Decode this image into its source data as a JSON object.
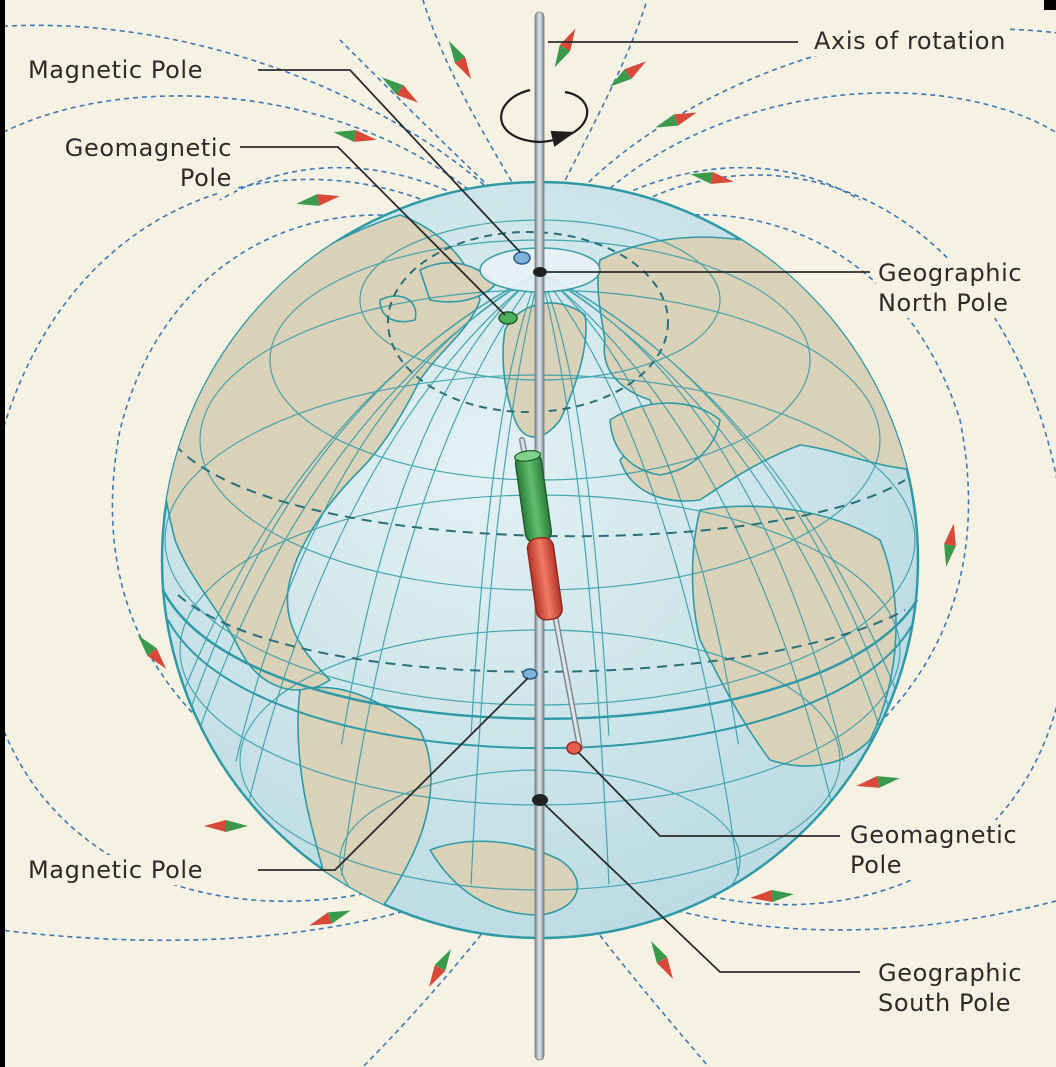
{
  "labels": {
    "axis_of_rotation": "Axis of rotation",
    "north_magnetic_pole": "Magnetic Pole",
    "north_geomagnetic_pole": [
      "Geomagnetic",
      "Pole"
    ],
    "geographic_north_pole": [
      "Geographic",
      "North Pole"
    ],
    "south_magnetic_pole": "Magnetic Pole",
    "south_geomagnetic_pole": [
      "Geomagnetic",
      "Pole"
    ],
    "geographic_south_pole": [
      "Geographic",
      "South Pole"
    ]
  },
  "colors": {
    "background": "#f6f2e3",
    "ocean": "#cfe6ec",
    "land": "#d9d1b8",
    "coast": "#2f9aa6",
    "field_line": "#3c78b4",
    "magnet_north": "#3a9a4c",
    "magnet_south": "#d9493a",
    "axis": "#a8b4bc",
    "leader": "#2b2b2b"
  },
  "icons": [
    "rotation-arrow-icon",
    "compass-needle-icon",
    "bar-magnet-icon"
  ]
}
